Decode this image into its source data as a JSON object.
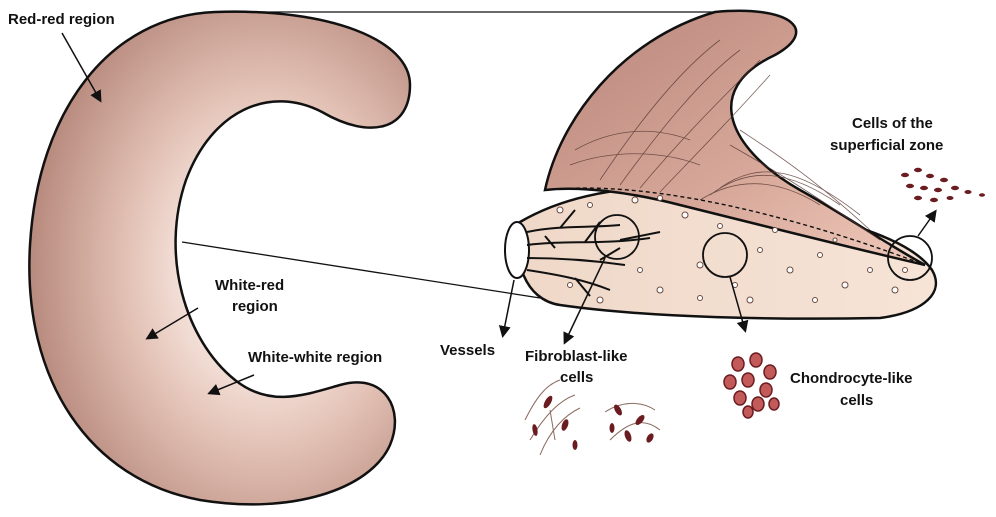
{
  "labels": {
    "red_red": "Red-red region",
    "white_red_1": "White-red",
    "white_red_2": "region",
    "white_white": "White-white region",
    "vessels": "Vessels",
    "fibro_1": "Fibroblast-like",
    "fibro_2": "cells",
    "chondro_1": "Chondrocyte-like",
    "chondro_2": "cells",
    "superficial_1": "Cells of the",
    "superficial_2": "superficial zone"
  },
  "colors": {
    "outline": "#1a1a1a",
    "meniscus_outer": "#b88a7e",
    "meniscus_inner": "#fbeee8",
    "section_top": "#c9968a",
    "section_body": "#f1ddd0",
    "cell_dark": "#6b1c20",
    "cell_mid": "#c25a5a"
  },
  "icons": [
    "arrow-icon",
    "vessel-branch-icon",
    "cell-cluster-icon"
  ]
}
